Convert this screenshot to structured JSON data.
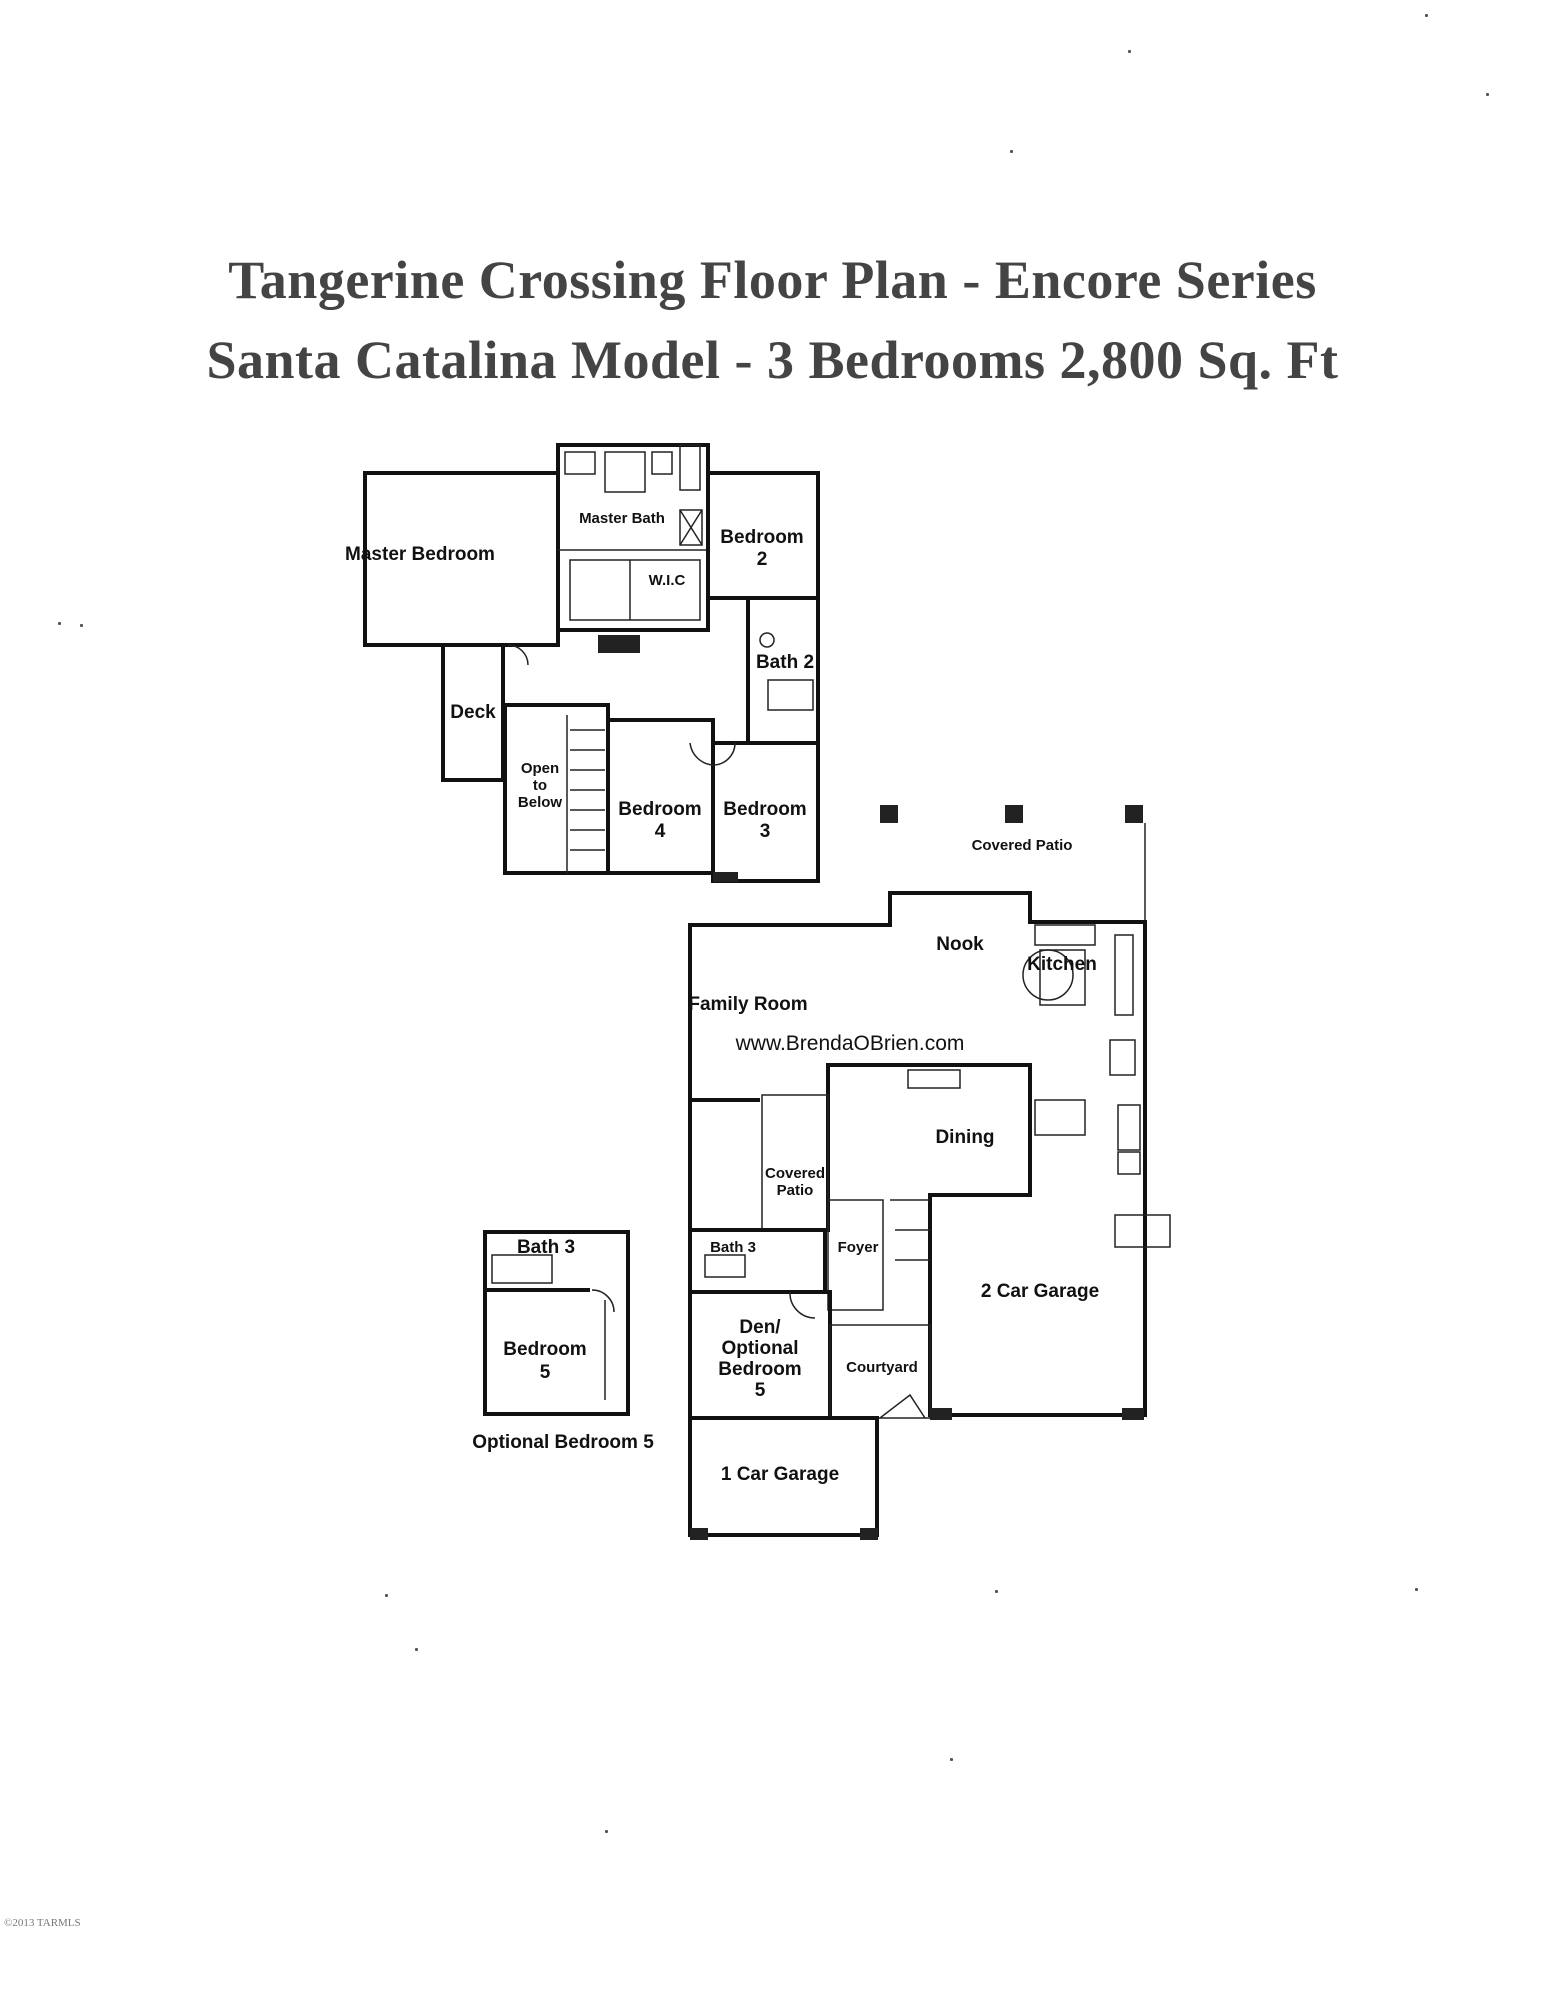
{
  "title": {
    "line1": "Tangerine Crossing Floor Plan - Encore Series",
    "line2": "Santa Catalina Model - 3 Bedrooms 2,800 Sq. Ft"
  },
  "upper_floor": {
    "master_bedroom": "Master Bedroom",
    "master_bath": "Master Bath",
    "wic": "W.I.C",
    "bedroom2": [
      "Bedroom",
      "2"
    ],
    "bath2": "Bath 2",
    "deck": "Deck",
    "open_to_below": [
      "Open",
      "to",
      "Below"
    ],
    "bedroom4": [
      "Bedroom",
      "4"
    ],
    "bedroom3": [
      "Bedroom",
      "3"
    ]
  },
  "main_floor": {
    "covered_patio": "Covered Patio",
    "nook": "Nook",
    "kitchen": "Kitchen",
    "family_room": "Family Room",
    "website": "www.BrendaOBrien.com",
    "dining": "Dining",
    "covered_patio_small": [
      "Covered",
      "Patio"
    ],
    "bath3": "Bath 3",
    "foyer": "Foyer",
    "two_car_garage": "2 Car Garage",
    "den": [
      "Den/",
      "Optional",
      "Bedroom",
      "5"
    ],
    "courtyard": "Courtyard",
    "one_car_garage": "1 Car Garage"
  },
  "optional": {
    "bath3": "Bath 3",
    "bedroom5": [
      "Bedroom",
      "5"
    ],
    "caption": "Optional Bedroom 5"
  },
  "copyright": "©2013 TARMLS"
}
